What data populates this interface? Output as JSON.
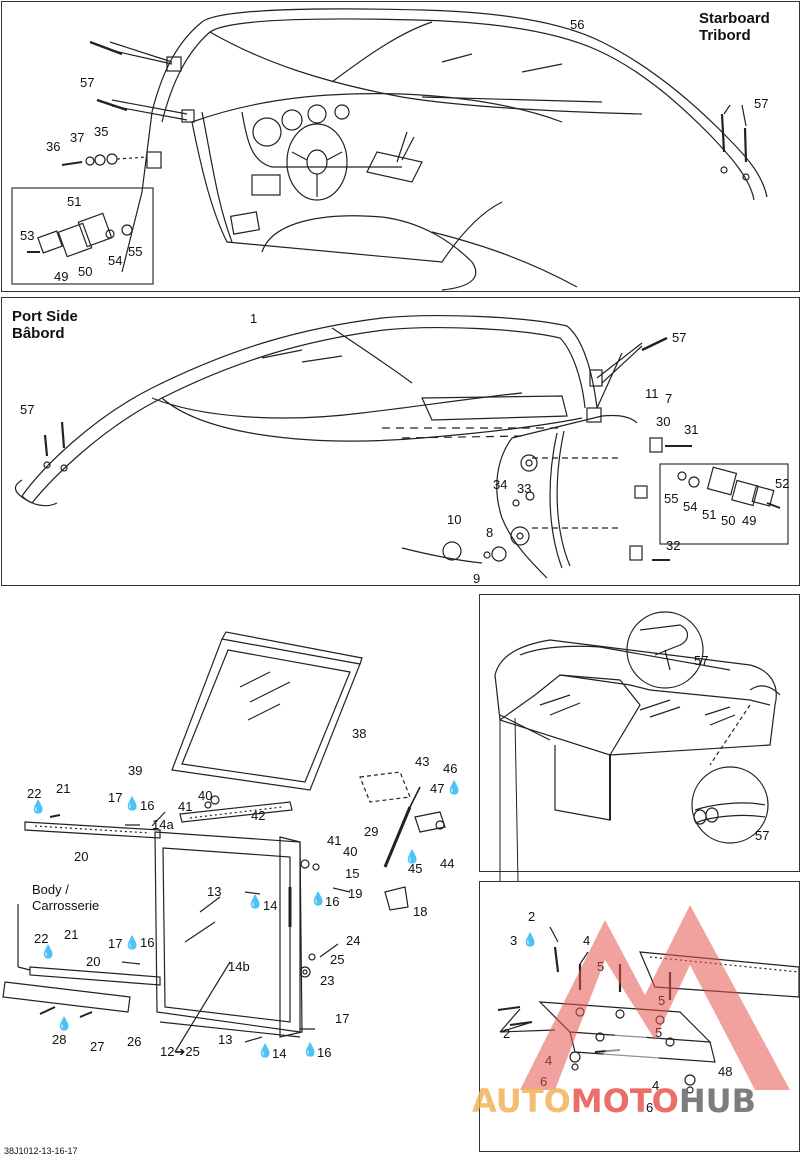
{
  "panels": {
    "starboard": {
      "title": "Starboard\nTribord",
      "labels": {
        "l56": "56",
        "l57a": "57",
        "l57b": "57",
        "l36": "36",
        "l37": "37",
        "l35": "35",
        "l51": "51",
        "l53": "53",
        "l49": "49",
        "l50": "50",
        "l54": "54",
        "l55": "55"
      }
    },
    "port": {
      "title": "Port Side\nBâbord",
      "labels": {
        "l1": "1",
        "l57a": "57",
        "l57b": "57",
        "l11": "11",
        "l7": "7",
        "l30": "30",
        "l31": "31",
        "l34": "34",
        "l33": "33",
        "l8": "8",
        "l10": "10",
        "l9": "9",
        "l32": "32",
        "l55": "55",
        "l54": "54",
        "l51": "51",
        "l50": "50",
        "l49": "49",
        "l52": "52"
      }
    },
    "door": {
      "body_label": "Body /\nCarrosserie",
      "labels": {
        "l38": "38",
        "l39": "39",
        "l22a": "22",
        "l21a": "21",
        "l17a": "17",
        "l16a": "16",
        "l40a": "40",
        "l41a": "41",
        "l14a": "14a",
        "l42": "42",
        "l43": "43",
        "l46": "46",
        "l47": "47",
        "l20a": "20",
        "l41b": "41",
        "l40b": "40",
        "l29": "29",
        "l45": "45",
        "l44": "44",
        "l15": "15",
        "l13a": "13",
        "l14x": "14",
        "l16b": "16",
        "l19": "19",
        "l18": "18",
        "l22b": "22",
        "l21b": "21",
        "l17b": "17",
        "l16c": "16",
        "l20b": "20",
        "l24": "24",
        "l25": "25",
        "l14b": "14b",
        "l23": "23",
        "l28": "28",
        "l27": "27",
        "l26": "26",
        "l12": "12➔25",
        "l13b": "13",
        "l14y": "14",
        "l16d": "16",
        "l17c": "17"
      }
    },
    "boat": {
      "labels": {
        "l57a": "57",
        "l57b": "57"
      }
    },
    "hinge": {
      "labels": {
        "l2a": "2",
        "l3": "3",
        "l4a": "4",
        "l5a": "5",
        "l5b": "5",
        "l5c": "5",
        "l2b": "2",
        "l4b": "4",
        "l6a": "6",
        "l48": "48",
        "l4c": "4",
        "l6b": "6"
      }
    }
  },
  "doc_ref": "38J1012-13-16-17",
  "watermark": {
    "part1": "AUTO",
    "part2": "MOTO",
    "part3": "HUB"
  },
  "colors": {
    "line": "#222222",
    "watermark_red": "#e8554e",
    "watermark_orange": "#f3b35a",
    "watermark_gray": "#6f6f6f"
  }
}
